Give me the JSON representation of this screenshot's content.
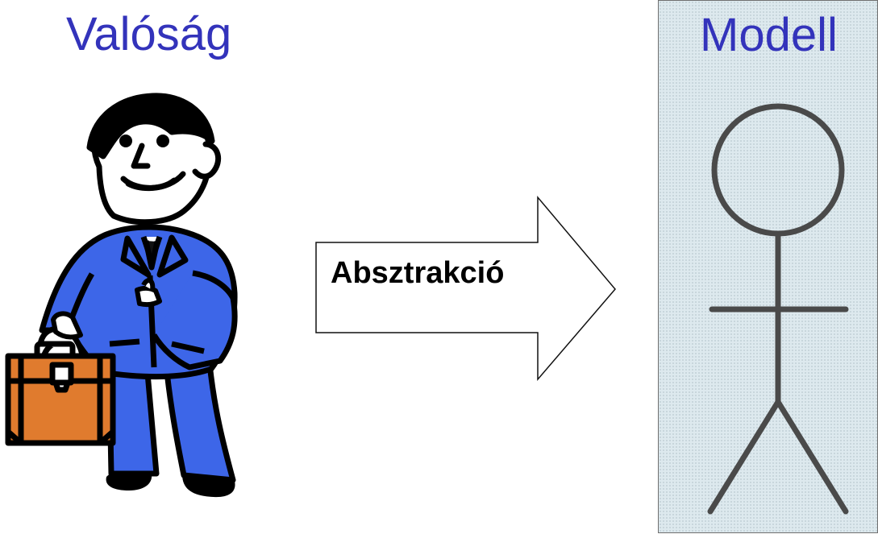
{
  "reality": {
    "title": "Valóság"
  },
  "abstraction": {
    "label": "Absztrakció"
  },
  "model": {
    "title": "Modell"
  },
  "colors": {
    "title_text": "#3333bb",
    "suit_blue": "#3d66e8",
    "briefcase_orange": "#e07b2e",
    "model_panel_bg": "#dde9ee",
    "stick_figure": "#4a4a4a"
  },
  "icons": {
    "reality_illustration": "businessman-with-briefcase-icon",
    "abstraction_arrow": "right-arrow-icon",
    "model_illustration": "stick-figure-actor-icon"
  }
}
